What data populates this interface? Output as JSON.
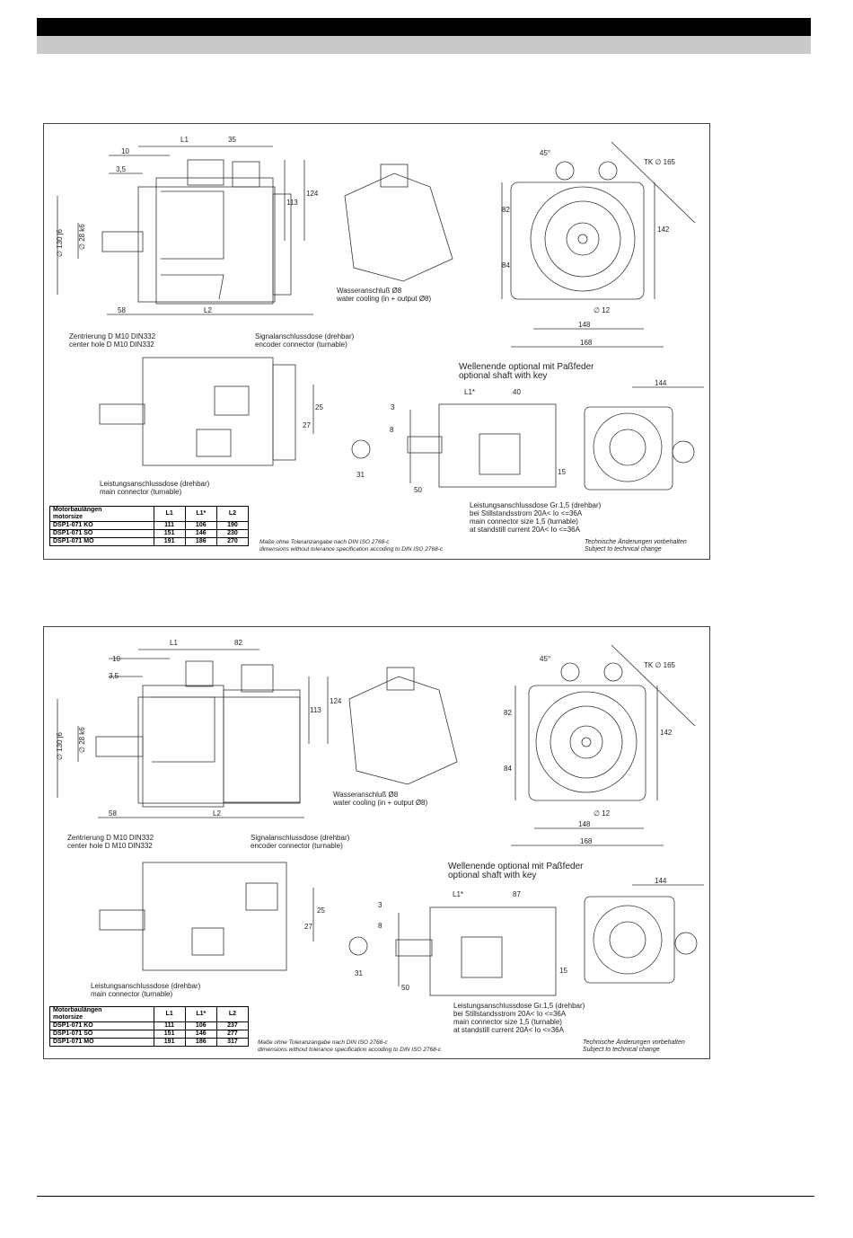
{
  "drawings": [
    {
      "dims": {
        "l1": "L1",
        "d35": "35",
        "d10": "10",
        "d3_5": "3,5",
        "d113": "113",
        "d124": "124",
        "d130": "∅ 130 j6",
        "d28": "∅ 28 k6",
        "d58": "58",
        "l2": "L2",
        "d45": "45°",
        "tk": "TK ∅ 165",
        "d82": "82",
        "d84": "84",
        "d142": "142",
        "d12": "∅ 12",
        "d148": "148",
        "d168": "168",
        "d144": "144",
        "l1s": "L1*",
        "d40": "40",
        "d3": "3",
        "d8": "8",
        "d25": "25",
        "d27": "27",
        "d31": "31",
        "d50": "50",
        "d15": "15"
      },
      "notes": {
        "water": [
          "Wasseranschluß Ø8",
          "water cooling (in + output Ø8)"
        ],
        "center": [
          "Zentrierung D M10 DIN332",
          "center hole D M10 DIN332"
        ],
        "signal": [
          "Signalanschlussdose (drehbar)",
          "encoder connector (turnable)"
        ],
        "shaft": [
          "Wellenende optional mit Paßfeder",
          "optional shaft with key"
        ],
        "power": [
          "Leistungsanschlussdose (drehbar)",
          "main connector (turnable)"
        ],
        "power2": [
          "Leistungsanschlussdose Gr.1,5 (drehbar)",
          "bei Stillstandsstrom 20A< Io <=36A",
          "main connector size 1,5 (turnable)",
          "at standstill current 20A< Io <=36A"
        ],
        "tolerance": [
          "Maße ohne Toleranzangabe nach DIN ISO 2768-c",
          "dimensions without tolerance specification accoding to DIN ISO 2768-c"
        ],
        "changes": [
          "Technische Änderungen vorbehalten",
          "Subject to technical change"
        ]
      },
      "table": {
        "head": [
          "Motorbaulängen",
          "motorsize",
          "L1",
          "L1*",
          "L2"
        ],
        "rows": [
          [
            "DSP1-071 KO",
            "111",
            "106",
            "190"
          ],
          [
            "DSP1-071 SO",
            "151",
            "146",
            "230"
          ],
          [
            "DSP1-071 MO",
            "191",
            "186",
            "270"
          ]
        ]
      }
    },
    {
      "dims": {
        "l1": "L1",
        "d35": "82",
        "d10": "10",
        "d3_5": "3,5",
        "d113": "113",
        "d124": "124",
        "d130": "∅ 130 j6",
        "d28": "∅ 28 k6",
        "d58": "58",
        "l2": "L2",
        "d45": "45°",
        "tk": "TK ∅ 165",
        "d82": "82",
        "d84": "84",
        "d142": "142",
        "d12": "∅ 12",
        "d148": "148",
        "d168": "168",
        "d144": "144",
        "l1s": "L1*",
        "d40": "87",
        "d3": "3",
        "d8": "8",
        "d25": "25",
        "d27": "27",
        "d31": "31",
        "d50": "50",
        "d15": "15"
      },
      "notes": {
        "water": [
          "Wasseranschluß Ø8",
          "water cooling (in + output Ø8)"
        ],
        "center": [
          "Zentrierung D M10 DIN332",
          "center hole D M10 DIN332"
        ],
        "signal": [
          "Signalanschlussdose (drehbar)",
          "encoder connector (turnable)"
        ],
        "shaft": [
          "Wellenende optional mit Paßfeder",
          "optional shaft with key"
        ],
        "power": [
          "Leistungsanschlussdose (drehbar)",
          "main connector (turnable)"
        ],
        "power2": [
          "Leistungsanschlussdose Gr.1,5 (drehbar)",
          "bei Stillstandsstrom 20A< Io <=36A",
          "main connector size 1,5 (turnable)",
          "at standstill current 20A< Io <=36A"
        ],
        "tolerance": [
          "Maße ohne Toleranzangabe nach DIN ISO 2768-c",
          "dimensions without tolerance specification accoding to DIN ISO 2768-c"
        ],
        "changes": [
          "Technische Änderungen vorbehalten",
          "Subject to technical change"
        ]
      },
      "table": {
        "head": [
          "Motorbaulängen",
          "motorsize",
          "L1",
          "L1*",
          "L2"
        ],
        "rows": [
          [
            "DSP1-071 KO",
            "111",
            "106",
            "237"
          ],
          [
            "DSP1-071 SO",
            "151",
            "146",
            "277"
          ],
          [
            "DSP1-071 MO",
            "191",
            "186",
            "317"
          ]
        ]
      }
    }
  ]
}
